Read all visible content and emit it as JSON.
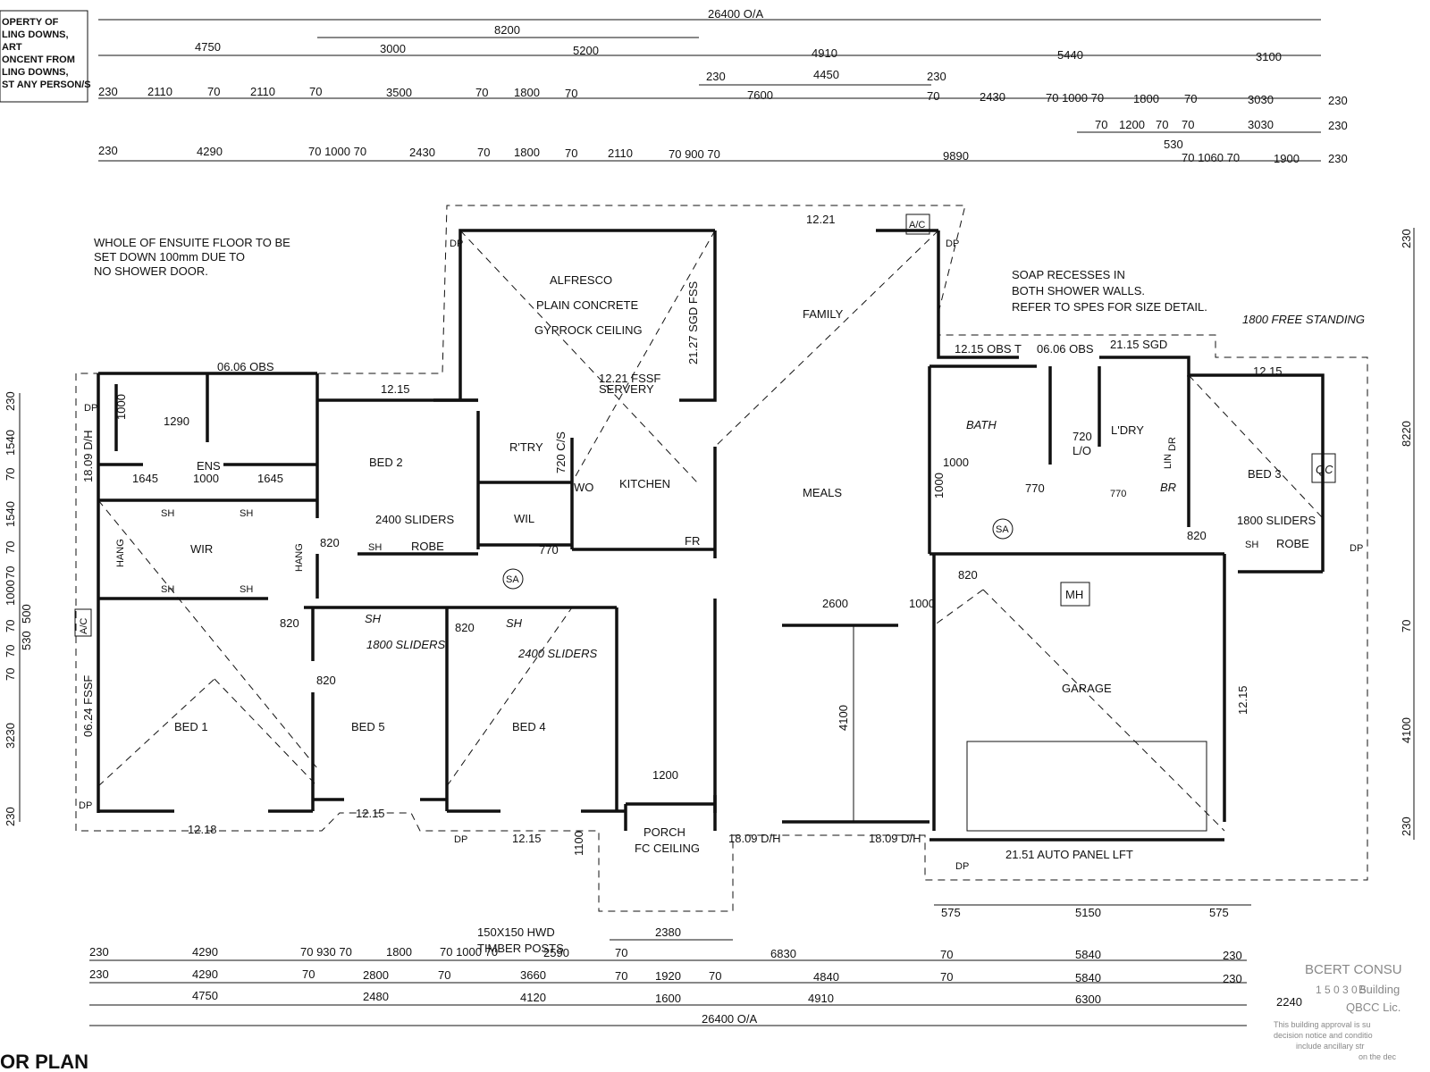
{
  "notice_box": {
    "lines": [
      "OPERTY OF",
      "LING DOWNS,",
      "ART",
      "ONCENT FROM",
      "LING DOWNS,",
      "ST ANY PERSON/S"
    ]
  },
  "title": "OR PLAN",
  "top_dims": {
    "row_overall": "26400  O/A",
    "row_8200": "8200",
    "row_a": [
      "4750",
      "3000",
      "5200",
      "4910",
      "5440",
      "3100"
    ],
    "row_b_left": [
      "230",
      "2110",
      "70",
      "2110",
      "70",
      "3500",
      "70",
      "1800",
      "70"
    ],
    "row_b_right_upper": [
      "230",
      "4450",
      "230"
    ],
    "row_b_right": [
      "7600",
      "70",
      "2430",
      "70 1000 70",
      "1800",
      "70",
      "3030",
      "230"
    ],
    "row_c": [
      "70",
      "1200",
      "70",
      "70",
      "3030",
      "230"
    ],
    "row_c_530": "530",
    "row_d": [
      "230",
      "4290",
      "70 1000 70",
      "2430",
      "70",
      "1800",
      "70",
      "2110",
      "70 900 70",
      "9890",
      "70 1060 70",
      "1900",
      "230"
    ]
  },
  "bottom_dims": {
    "row_a": [
      "230",
      "4290",
      "70 930 70",
      "1800",
      "70 1000 70",
      "2590",
      "70",
      "6830",
      "70",
      "5840",
      "230"
    ],
    "row_b": [
      "230",
      "4290",
      "70",
      "2800",
      "70",
      "3660",
      "70",
      "1920",
      "70",
      "4840",
      "70",
      "5840",
      "230"
    ],
    "row_c": [
      "4750",
      "2480",
      "4120",
      "1600",
      "4910",
      "6300"
    ],
    "row_overall": "26400  O/A",
    "extra": "2240"
  },
  "left_dims": [
    "230",
    "1540",
    "70",
    "1540",
    "70",
    "70",
    "1000",
    "70",
    "500",
    "530",
    "70",
    "70",
    "3230",
    "230"
  ],
  "right_dims": [
    "230",
    "8220",
    "70",
    "4100",
    "230"
  ],
  "rooms": {
    "alfresco": "ALFRESCO",
    "plain_concrete": "PLAIN CONCRETE",
    "gyprock": "GYPROCK CEILING",
    "family": "FAMILY",
    "meals": "MEALS",
    "kitchen": "KITCHEN",
    "servery": "SERVERY",
    "servery_win": "12.21 FSSF",
    "rtry": "R'TRY",
    "wil": "WIL",
    "wo": "WO",
    "fr": "FR",
    "cs": "720 C/S",
    "bed2": "BED  2",
    "ens": "ENS",
    "wir": "WIR",
    "bed1": "BED 1",
    "bed5": "BED 5",
    "bed4": "BED 4",
    "bed3": "BED 3",
    "bath": "BATH",
    "ldry": "L'DRY",
    "garage": "GARAGE",
    "porch": "PORCH",
    "fc_ceiling": "FC CEILING",
    "mh": "MH",
    "lo": "L/O",
    "lo_num": "720",
    "lin": "LIN",
    "dr": "DR",
    "br": "BR"
  },
  "annotations": {
    "ensuite_note": [
      "WHOLE OF ENSUITE FLOOR TO BE",
      "SET DOWN 100mm DUE TO",
      "NO SHOWER DOOR."
    ],
    "soap_note": [
      "SOAP RECESSES IN",
      "BOTH SHOWER WALLS.",
      "REFER TO SPES FOR SIZE DETAIL."
    ],
    "hand_1800": "1800 FREE STANDING",
    "hand_1800_sliders": "1800 SLIDERS",
    "hand_2400_sliders": "2400 SLIDERS",
    "sliders_2400": "2400 SLIDERS",
    "sliders_1800": "1800 SLIDERS",
    "posts": [
      "150X150 HWD",
      "TIMBER POSTS"
    ],
    "porch_width": "2380",
    "porch_1200": "1200",
    "porch_1100": "1100",
    "garage_door": "21.51 AUTO PANEL LFT",
    "garage_2600": "2600",
    "garage_1000": "1000",
    "garage_4100": "4100",
    "garage_575a": "575",
    "garage_5150": "5150",
    "garage_575b": "575",
    "garage_1215": "12.15",
    "win_0606_obs": "06.06 OBS",
    "win_1215_bed2": "12.15",
    "win_1221": "12.21",
    "win_2127": "21.27 SGD FSS",
    "win_1215_obs_t": "12.15 OBS T",
    "win_0606_obs_b": "06.06 OBS",
    "win_2115_sgd": "21.15 SGD",
    "win_1215_bed3": "12.15",
    "win_1809_dh_left": "18.09 D/H",
    "win_0624_fssf": "06.24 FSSF",
    "win_1218": "12.18",
    "win_1215_bed5": "12.15",
    "win_1215_bed4": "12.15",
    "win_1809_dh_a": "18.09 D/H",
    "win_1809_dh_b": "18.09 D/H",
    "d820": "820",
    "d770": "770",
    "d1290": "1290",
    "d1000": "1000",
    "d1645a": "1645",
    "d1000b": "1000",
    "d1645b": "1645",
    "sh": "SH",
    "hang": "HANG",
    "robe": "ROBE",
    "dp": "DP",
    "ac": "A/C",
    "sa": "SA",
    "q_mark": "QC",
    "bath_1000": "1000"
  },
  "stamp": {
    "company": "BCERT CONSU",
    "line2": "Building",
    "line3": "QBCC Lic.",
    "number": "1 5 0 3 0 5",
    "fine1": "This building approval is su",
    "fine2": "decision notice and conditio",
    "fine3": "include ancillary str",
    "fine4": "on the dec"
  }
}
